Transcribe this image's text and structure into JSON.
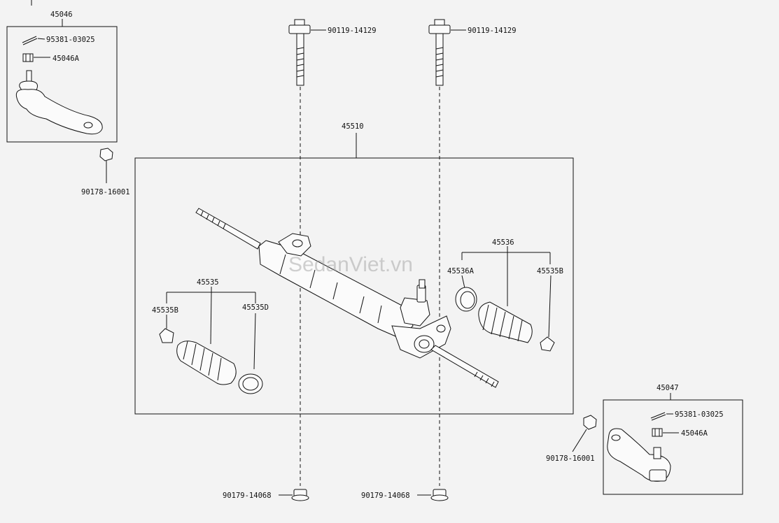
{
  "labels": {
    "tie_rod_end_lh": "45046",
    "cotter_pin_lh": "95381-03025",
    "nut_lh": "45046A",
    "bolt_left": "90119-14129",
    "bolt_right": "90119-14129",
    "rack_assembly": "45510",
    "nut_outer_lh": "90178-16001",
    "boot_set_rh": "45536",
    "clamp_rh_a": "45536A",
    "clip_rh_b": "45535B",
    "boot_set_lh": "45535",
    "clip_lh_b": "45535B",
    "clamp_lh_d": "45535D",
    "tie_rod_end_rh": "45047",
    "cotter_pin_rh": "95381-03025",
    "nut_rh": "45046A",
    "nut_outer_rh": "90178-16001",
    "mount_nut_left": "90179-14068",
    "mount_nut_right": "90179-14068"
  },
  "watermark": "SedanViet.vn",
  "colors": {
    "background": "#f3f3f3",
    "line": "#111111"
  }
}
